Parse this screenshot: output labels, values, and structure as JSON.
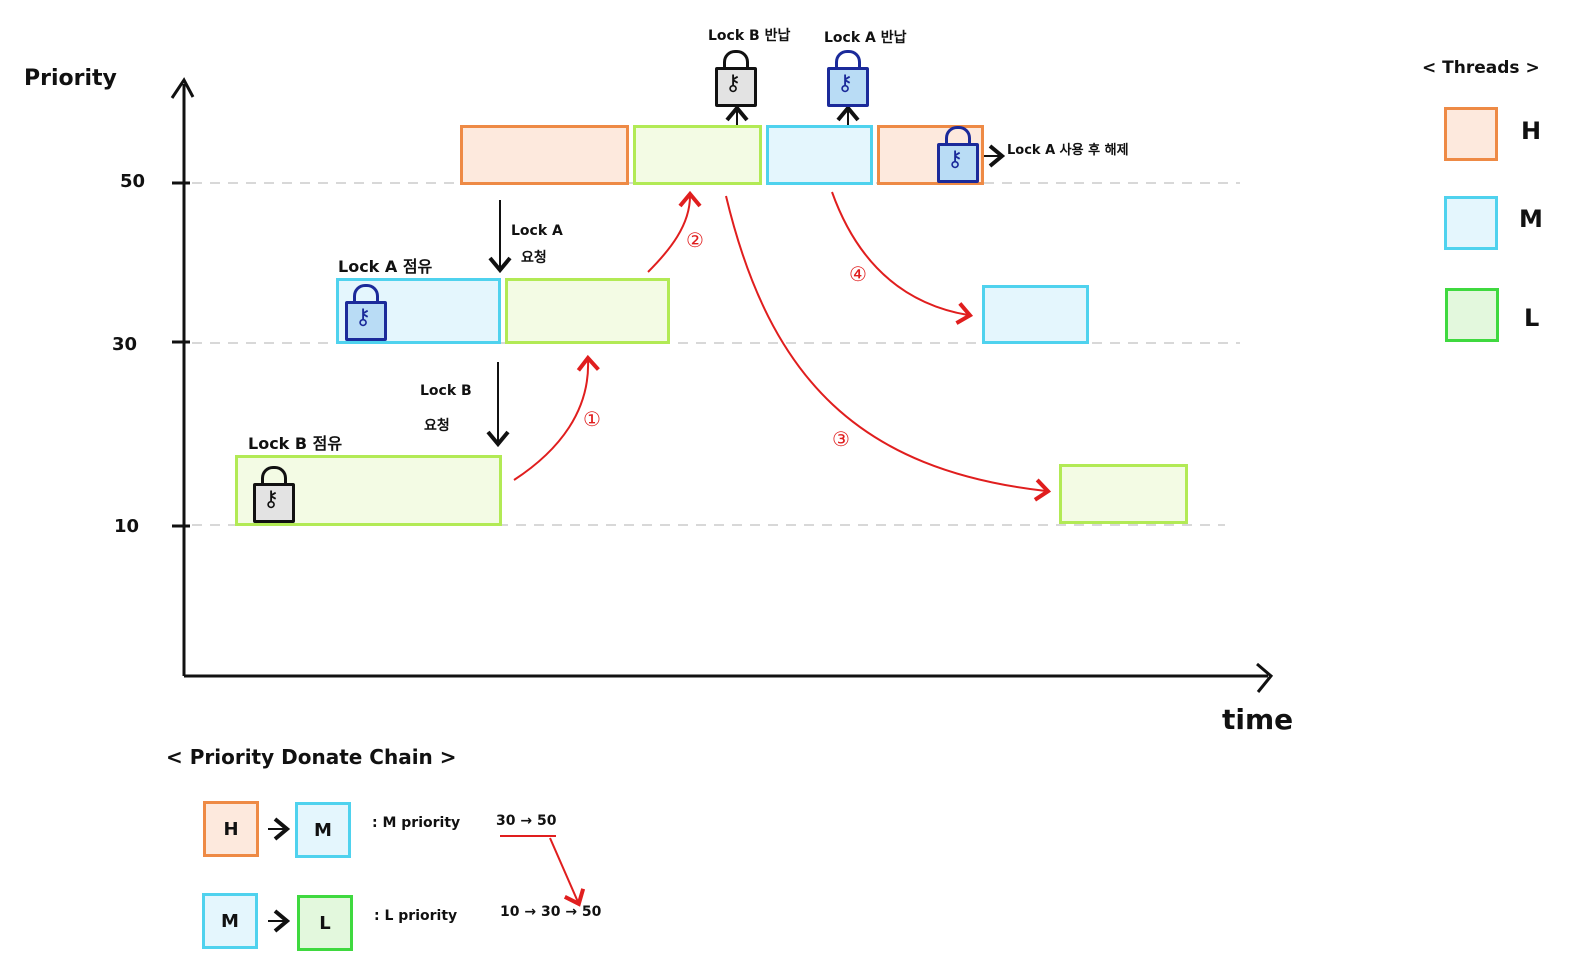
{
  "axes": {
    "y_label": "Priority",
    "x_label": "time",
    "ticks": [
      "50",
      "30",
      "10"
    ]
  },
  "annotations": {
    "lockB_hold": "Lock B 점유",
    "lockA_hold": "Lock A 점유",
    "lockA_request_1": "Lock A",
    "lockA_request_2": "요청",
    "lockB_request_1": "Lock B",
    "lockB_request_2": "요청",
    "lockB_return": "Lock B 반납",
    "lockA_return": "Lock A 반납",
    "lockA_release": "Lock A 사용 후 해제"
  },
  "steps": [
    "①",
    "②",
    "③",
    "④"
  ],
  "legend": {
    "title": "< Threads >",
    "items": [
      {
        "label": "H",
        "color": "#ee8a45"
      },
      {
        "label": "M",
        "color": "#4fd2ee"
      },
      {
        "label": "L",
        "color": "#3fd93f"
      }
    ]
  },
  "chain": {
    "title": "< Priority Donate Chain >",
    "rows": [
      {
        "from": "H",
        "to": "M",
        "text_prefix": ": M priority",
        "text_values": "30 → 50"
      },
      {
        "from": "M",
        "to": "L",
        "text_prefix": ": L priority",
        "text_values": "10 → 30 → 50"
      }
    ]
  },
  "colors": {
    "H": "#ee8a45",
    "M": "#4fd2ee",
    "L": "#b2ea55",
    "arrow_red": "#e01e1e"
  }
}
